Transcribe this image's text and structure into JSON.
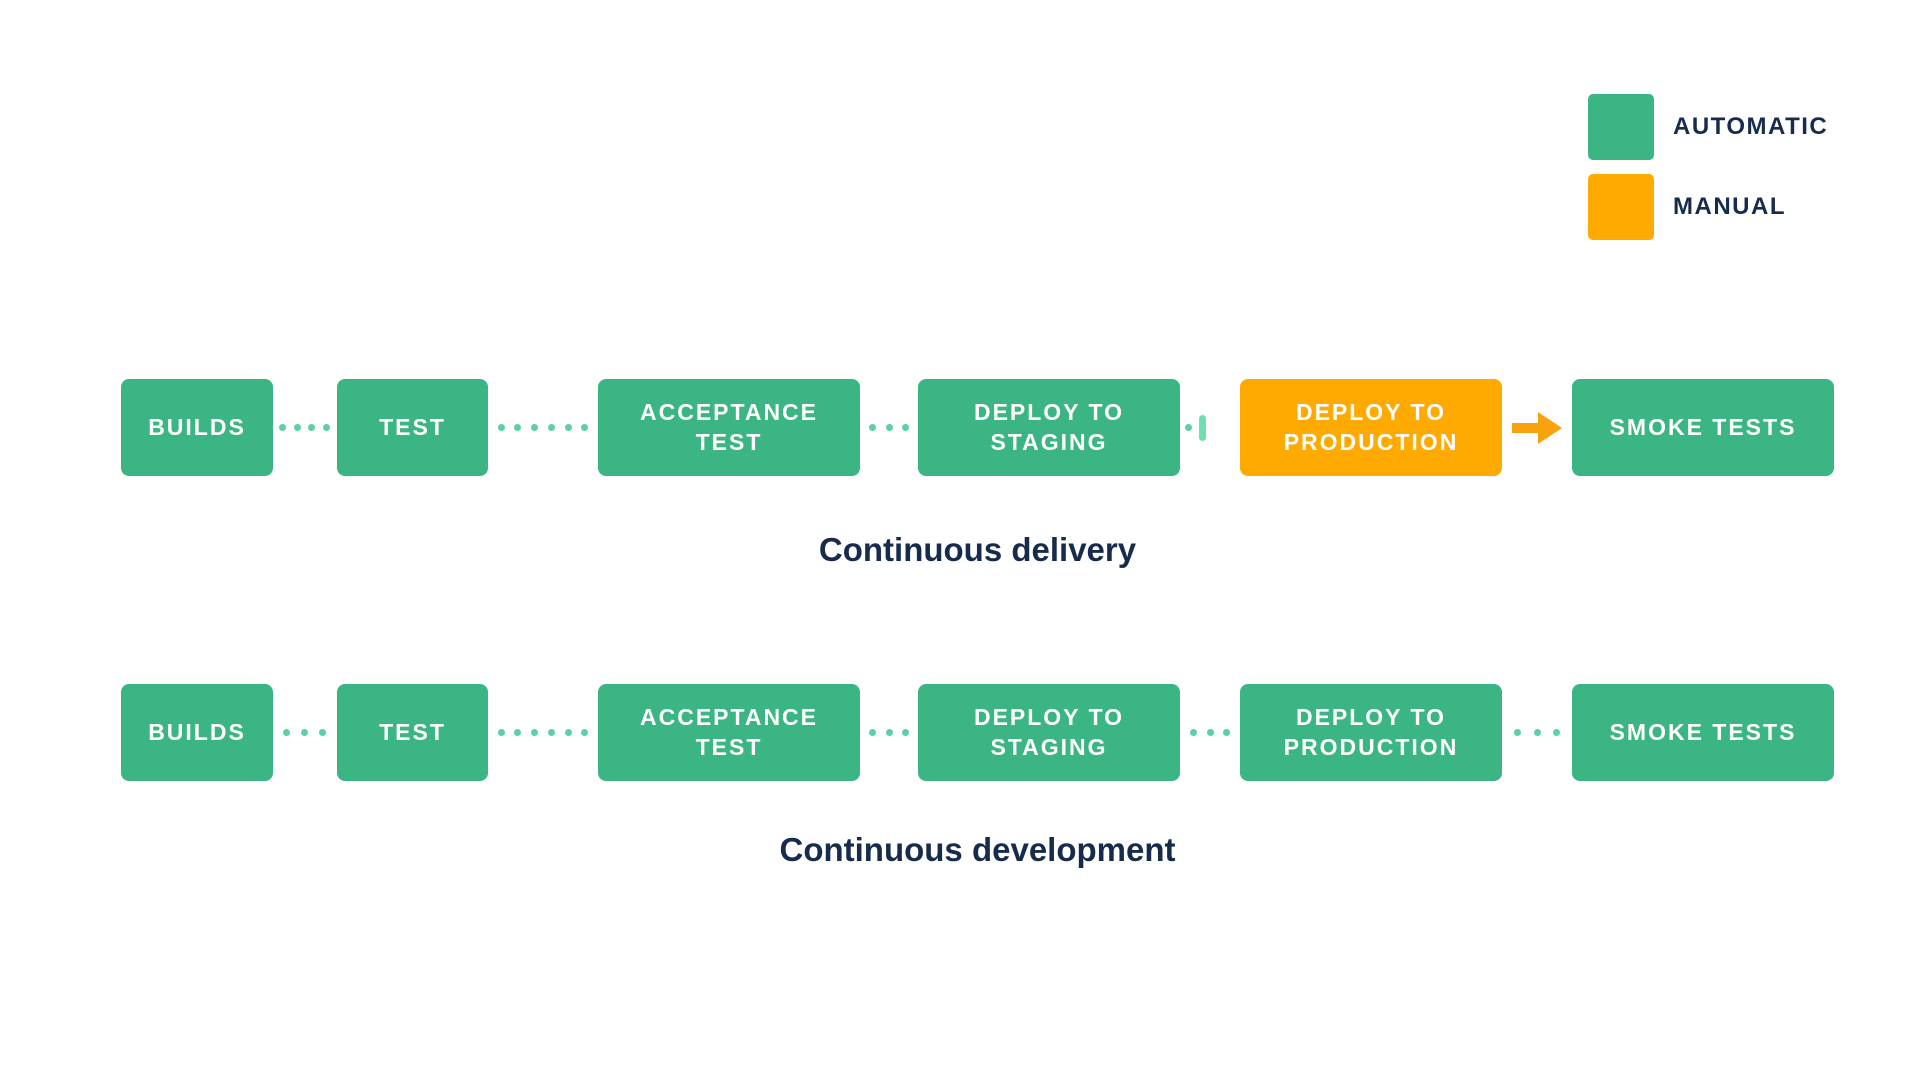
{
  "legend": {
    "items": [
      {
        "label": "AUTOMATIC",
        "mode": "automatic"
      },
      {
        "label": "MANUAL",
        "mode": "manual"
      }
    ]
  },
  "pipelines": [
    {
      "caption": "Continuous delivery",
      "stages": [
        {
          "label": "BUILDS",
          "mode": "automatic"
        },
        {
          "label": "TEST",
          "mode": "automatic"
        },
        {
          "label": "ACCEPTANCE\nTEST",
          "mode": "automatic"
        },
        {
          "label": "DEPLOY TO\nSTAGING",
          "mode": "automatic"
        },
        {
          "label": "DEPLOY TO\nPRODUCTION",
          "mode": "manual"
        },
        {
          "label": "SMOKE TESTS",
          "mode": "automatic"
        }
      ],
      "connectors": [
        {
          "type": "dots",
          "count": 4
        },
        {
          "type": "dots",
          "count": 6
        },
        {
          "type": "dots",
          "count": 3
        },
        {
          "type": "pause",
          "count": 1
        },
        {
          "type": "arrow",
          "count": 0
        }
      ]
    },
    {
      "caption": "Continuous development",
      "stages": [
        {
          "label": "BUILDS",
          "mode": "automatic"
        },
        {
          "label": "TEST",
          "mode": "automatic"
        },
        {
          "label": "ACCEPTANCE\nTEST",
          "mode": "automatic"
        },
        {
          "label": "DEPLOY TO\nSTAGING",
          "mode": "automatic"
        },
        {
          "label": "DEPLOY TO\nPRODUCTION",
          "mode": "automatic"
        },
        {
          "label": "SMOKE TESTS",
          "mode": "automatic"
        }
      ],
      "connectors": [
        {
          "type": "dots",
          "count": 3
        },
        {
          "type": "dots",
          "count": 6
        },
        {
          "type": "dots",
          "count": 3
        },
        {
          "type": "dots",
          "count": 3
        },
        {
          "type": "dots",
          "count": 3
        }
      ]
    }
  ],
  "colors": {
    "automatic_green": "#3AB583",
    "manual_orange": "#FFAA00",
    "connector_dot": "#5CD0A0",
    "gate_bar": "#70E0B2",
    "arrow": "#F8A30E",
    "navy": "#172B4D",
    "box_text": "#FFFFFF",
    "background": "#FFFFFF"
  }
}
